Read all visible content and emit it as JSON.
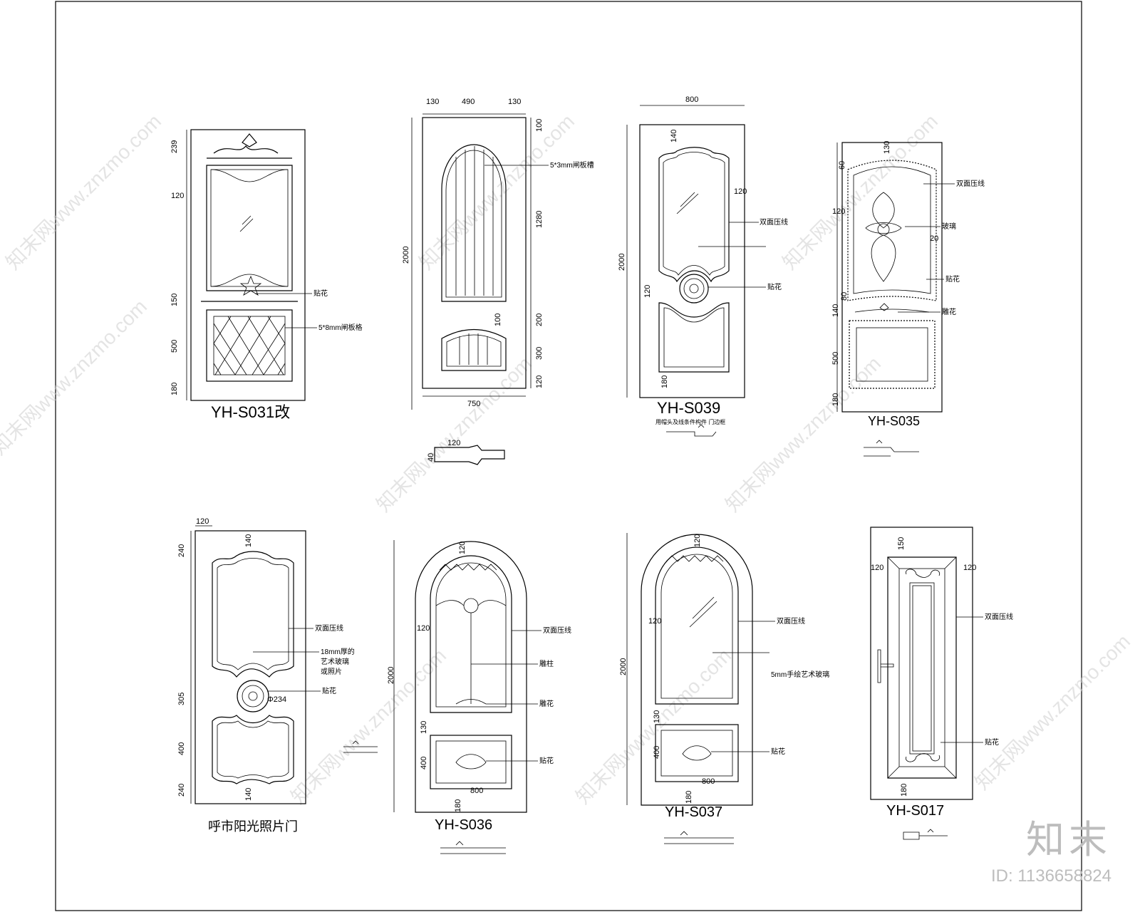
{
  "watermark": {
    "text": "知末网www.znzmo.com"
  },
  "brand": {
    "logo": "知末",
    "id": "ID: 1136658824"
  },
  "doors": {
    "d1": {
      "label": "YH-S031改",
      "dims": {
        "top": "239",
        "side": "120",
        "mid": "150",
        "low": "500",
        "bottom": "180"
      },
      "notes": {
        "flower": "贴花",
        "grid": "5*8mm闸板格"
      }
    },
    "d2": {
      "dims": {
        "left": "130",
        "middle": "490",
        "right": "130",
        "height": "2000",
        "width": "750",
        "top": "100",
        "upper": "1280",
        "bar": "100",
        "gap": "200",
        "lower": "300",
        "bottom": "120"
      },
      "notes": {
        "panel": "5*3mm闸板槽"
      },
      "profile": {
        "size": "120",
        "thk": "40"
      }
    },
    "d3": {
      "label": "YH-S039",
      "caption": "用帽头及线条件构件 门边框",
      "dims": {
        "width": "800",
        "top": "140",
        "height": "2000",
        "side": "120",
        "mid": "120",
        "bottom": "180"
      },
      "notes": {
        "line": "双面压线",
        "flower": "贴花"
      }
    },
    "d4": {
      "label": "YH-S035",
      "dims": {
        "top1": "60",
        "top2": "130",
        "side": "120",
        "inner": "20",
        "mid1": "80",
        "mid2": "140",
        "low": "500",
        "bottom": "180"
      },
      "notes": {
        "line": "双面压线",
        "glass": "玻璃",
        "flower": "贴花",
        "carve": "雕花"
      }
    },
    "d5": {
      "label": "呼市阳光照片门",
      "dims": {
        "side": "120",
        "top": "240",
        "top2": "140",
        "mid": "305",
        "low": "400",
        "bottom": "240",
        "bottom2": "140",
        "dia": "Φ234"
      },
      "notes": {
        "line": "双面压线",
        "glass1": "18mm厚的",
        "glass2": "艺术玻璃",
        "glass3": "或照片",
        "flower": "贴花"
      }
    },
    "d6": {
      "label": "YH-S036",
      "dims": {
        "arch": "120",
        "side": "120",
        "height": "2000",
        "mid": "130",
        "low": "400",
        "width": "800",
        "bottom": "180"
      },
      "notes": {
        "line": "双面压线",
        "bar": "雕柱",
        "carve": "雕花",
        "flower": "贴花"
      }
    },
    "d7": {
      "label": "YH-S037",
      "dims": {
        "arch": "120",
        "side": "120",
        "height": "2000",
        "mid": "130",
        "low": "400",
        "width": "800",
        "bottom": "180"
      },
      "notes": {
        "line": "双面压线",
        "glass": "5mm手绘艺术玻璃",
        "flower": "贴花"
      }
    },
    "d8": {
      "label": "YH-S017",
      "dims": {
        "top": "150",
        "left": "120",
        "right": "120",
        "bottom": "180"
      },
      "notes": {
        "line": "双面压线",
        "flower": "贴花"
      }
    }
  }
}
